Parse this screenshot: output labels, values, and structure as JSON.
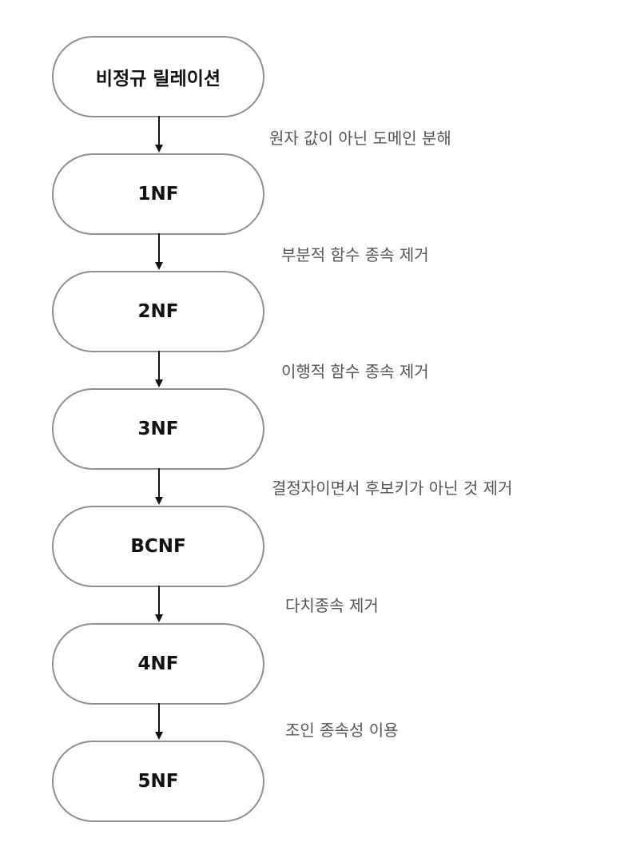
{
  "nodes": [
    {
      "label": "비정규 릴레이션"
    },
    {
      "label": "1NF"
    },
    {
      "label": "2NF"
    },
    {
      "label": "3NF"
    },
    {
      "label": "BCNF"
    },
    {
      "label": "4NF"
    },
    {
      "label": "5NF"
    }
  ],
  "steps": [
    {
      "label": "원자 값이 아닌 도메인 분해"
    },
    {
      "label": "부분적 함수 종속 제거"
    },
    {
      "label": "이행적 함수 종속 제거"
    },
    {
      "label": "결정자이면서 후보키가 아닌 것 제거"
    },
    {
      "label": "다치종속 제거"
    },
    {
      "label": "조인 종속성 이용"
    }
  ]
}
